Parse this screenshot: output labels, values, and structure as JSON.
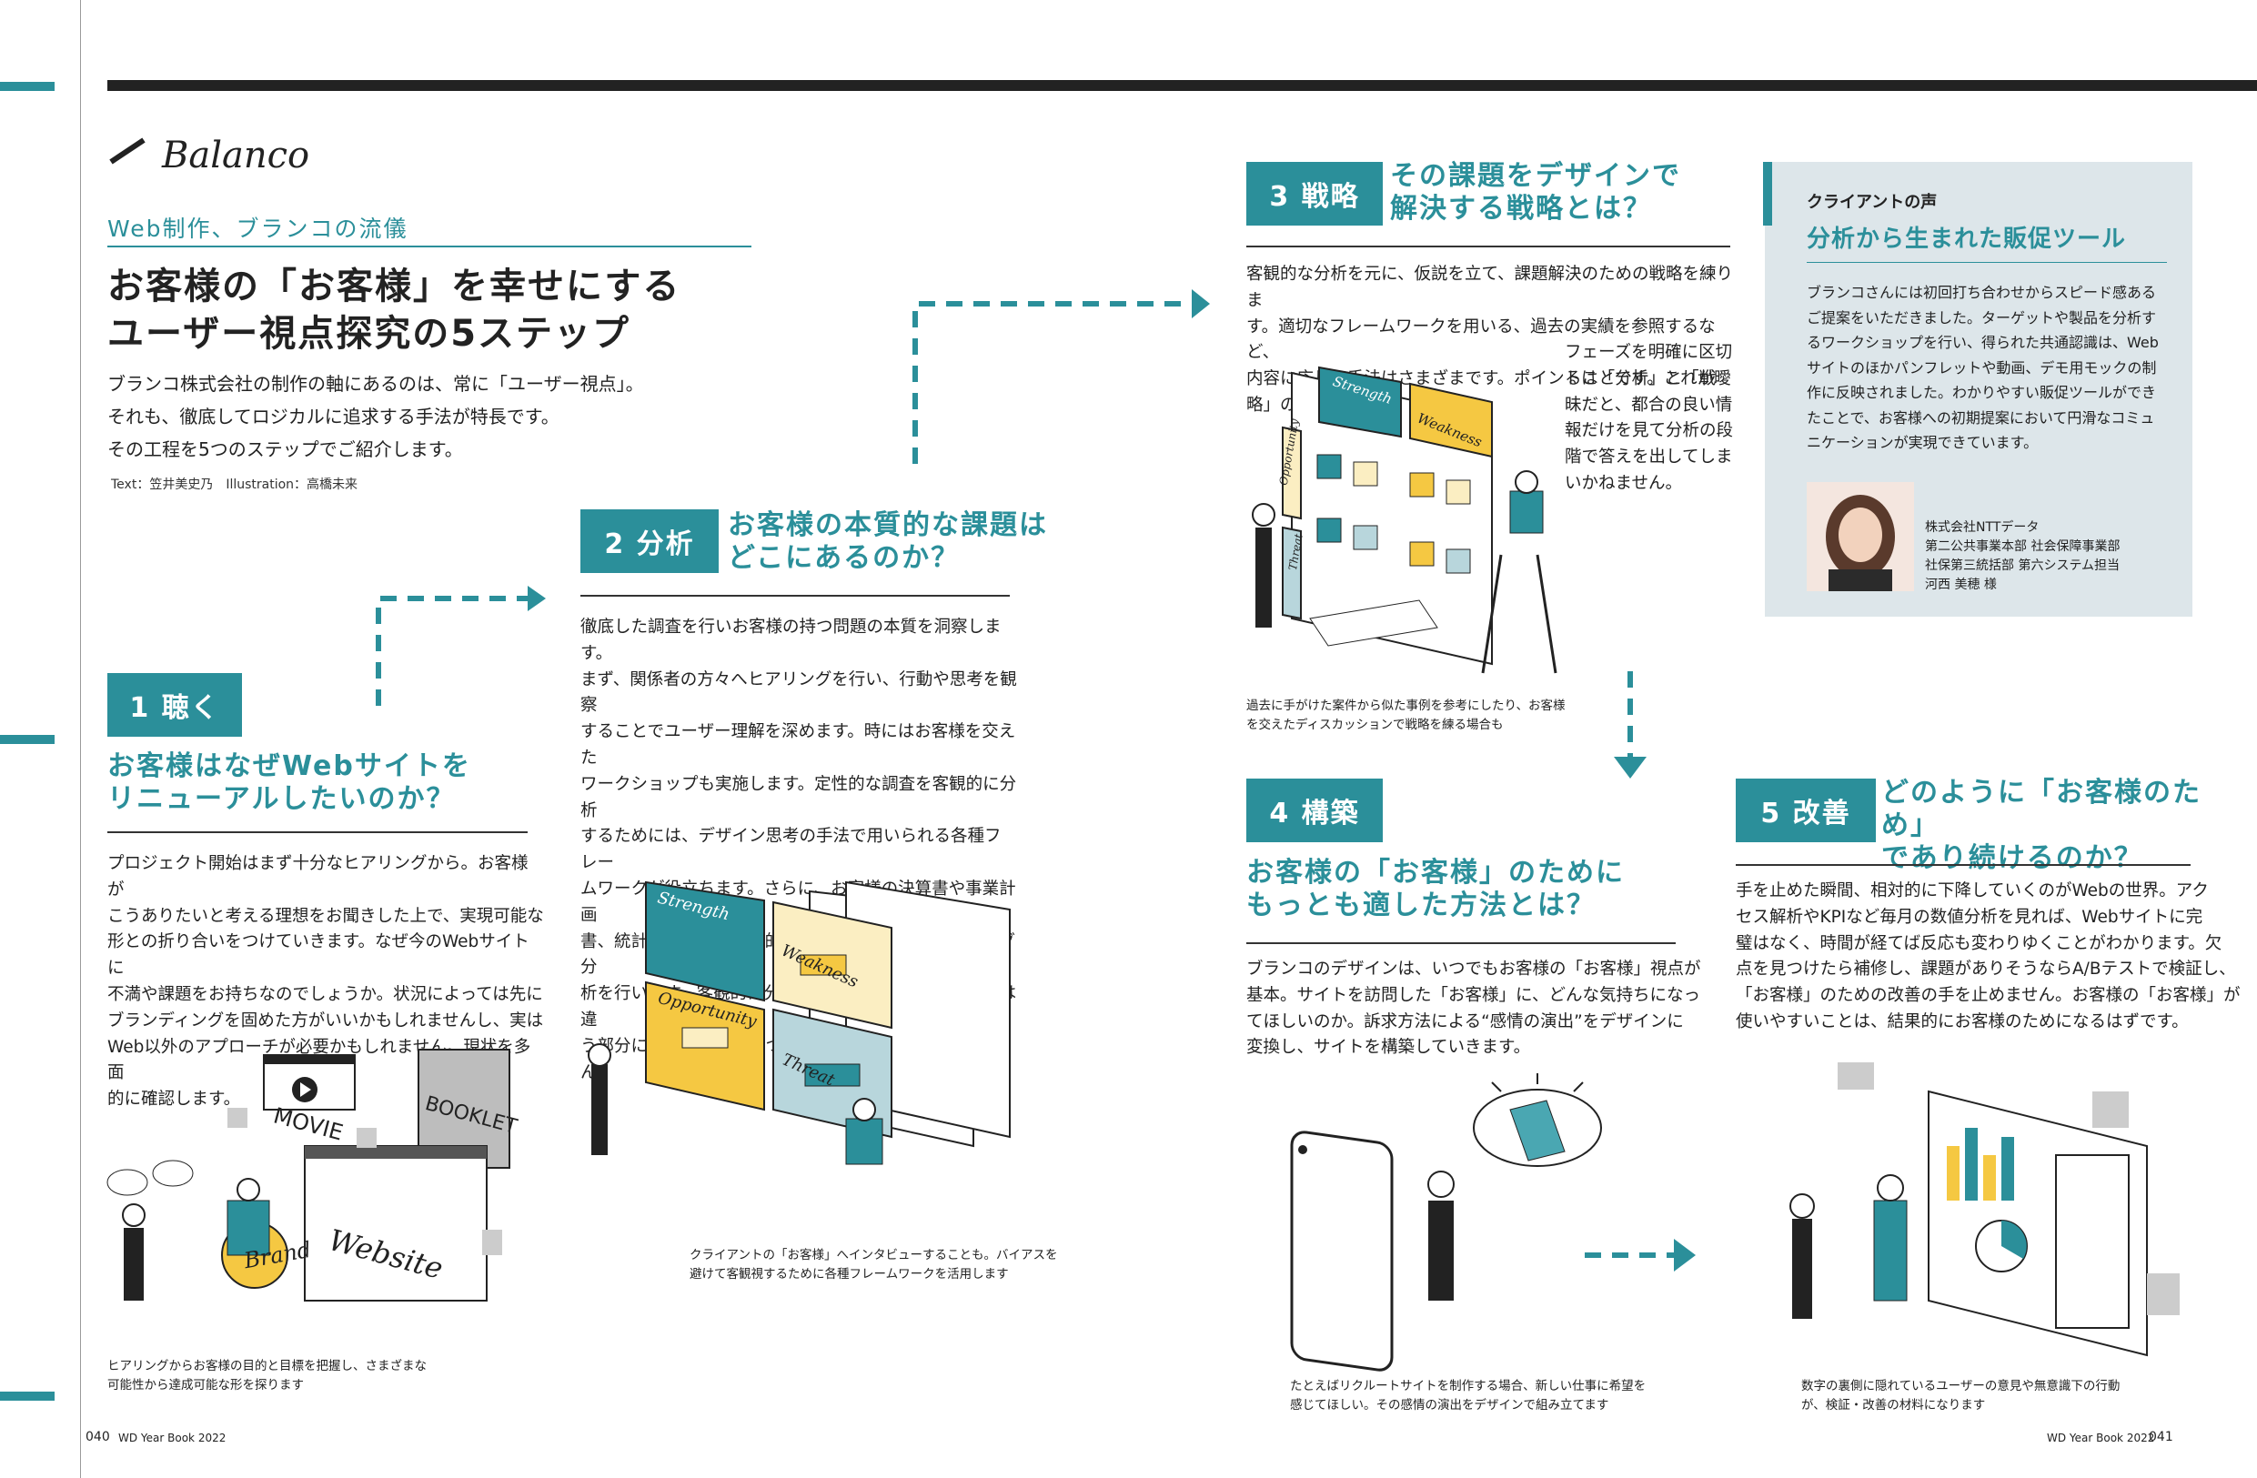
{
  "header": {
    "logo_text": "Balanco",
    "kicker": "Web制作、ブランコの流儀",
    "headline_line1": "お客様の「お客様」を幸せにする",
    "headline_line2": "ユーザー視点探究の5ステップ",
    "intro": "ブランコ株式会社の制作の軸にあるのは、常に「ユーザー視点」。\nそれも、徹底してロジカルに追求する手法が特長です。\nその工程を5つのステップでご紹介します。",
    "credit": "Text：笠井美史乃　Illustration：高橋未来"
  },
  "steps": [
    {
      "badge": "1 聴く",
      "title": "お客様はなぜWebサイトを\nリニューアルしたいのか？",
      "body": "プロジェクト開始はまず十分なヒアリングから。お客様が\nこうありたいと考える理想をお聞きした上で、実現可能な\n形との折り合いをつけていきます。なぜ今のWebサイトに\n不満や課題をお持ちなのでしょうか。状況によっては先に\nブランディングを固めた方がいいかもしれませんし、実は\nWeb以外のアプローチが必要かもしれません。現状を多面\n的に確認します。",
      "caption": "ヒアリングからお客様の目的と目標を把握し、さまざまな\n可能性から達成可能な形を探ります",
      "illustration_labels": [
        "MOVIE",
        "BOOKLET",
        "Website",
        "Brand"
      ]
    },
    {
      "badge": "2 分析",
      "title": "お客様の本質的な課題は\nどこにあるのか？",
      "body": "徹底した調査を行いお客様の持つ問題の本質を洞察します。\nまず、関係者の方々へヒアリングを行い、行動や思考を観察\nすることでユーザー理解を深めます。時にはお客様を交えた\nワークショップも実施します。定性的な調査を客観的に分析\nするためには、デザイン思考の手法で用いられる各種フレー\nムワークが役立ちます。さらに、お客様の決算書や事業計画\n書、統計情報など、定量的な情報を用いてマーケティング分\n析を行います。客観的に分析した結果、お客様の認識とは違\nう部分に課題の本質が見つかることは少なくありません。",
      "caption": "クライアントの「お客様」へインタビューすることも。バイアスを\n避けて客観視するために各種フレームワークを活用します",
      "illustration_labels": [
        "Strength",
        "Weakness",
        "Opportunity",
        "Threat"
      ]
    },
    {
      "badge": "3 戦略",
      "title": "その課題をデザインで\n解決する戦略とは？",
      "body_full": "客観的な分析を元に、仮説を立て、課題解決のための戦略を練りま\nす。適切なフレームワークを用いる、過去の実績を参照するなど、\n内容に応じて手法はさまざまです。ポイントは「分析」と「戦略」の",
      "body_narrow": "フェーズを明確に区切\nることです。これが曖\n昧だと、都合の良い情\n報だけを見て分析の段\n階で答えを出してしま\nいかねません。",
      "caption": "過去に手がけた案件から似た事例を参考にしたり、お客様\nを交えたディスカッションで戦略を練る場合も",
      "illustration_labels": [
        "Strength",
        "Weakness",
        "Opportunity",
        "Threat"
      ]
    },
    {
      "badge": "4 構築",
      "title": "お客様の「お客様」のために\nもっとも適した方法とは？",
      "body": "ブランコのデザインは、いつでもお客様の「お客様」視点が\n基本。サイトを訪問した「お客様」に、どんな気持ちになっ\nてほしいのか。訴求方法による“感情の演出”をデザインに\n変換し、サイトを構築していきます。",
      "caption": "たとえばリクルートサイトを制作する場合、新しい仕事に希望を\n感じてほしい。その感情の演出をデザインで組み立てます"
    },
    {
      "badge": "5 改善",
      "title": "どのように「お客様のため」\nであり続けるのか？",
      "body": "手を止めた瞬間、相対的に下降していくのがWebの世界。アク\nセス解析やKPIなど毎月の数値分析を見れば、Webサイトに完\n璧はなく、時間が経てば反応も変わりゆくことがわかります。欠\n点を見つけたら補修し、課題がありそうならA/Bテストで検証し、\n「お客様」のための改善の手を止めません。お客様の「お客様」が\n使いやすいことは、結果的にお客様のためになるはずです。",
      "caption": "数字の裏側に隠れているユーザーの意見や無意識下の行動\nが、検証・改善の材料になります"
    }
  ],
  "client_voice": {
    "label": "クライアントの声",
    "title": "分析から生まれた販促ツール",
    "body": "ブランコさんには初回打ち合わせからスピード感ある\nご提案をいただきました。ターゲットや製品を分析す\nるワークショップを行い、得られた共通認識は、Web\nサイトのほかパンフレットや動画、デモ用モックの制\n作に反映されました。わかりやすい販促ツールができ\nたことで、お客様への初期提案において円滑なコミュ\nニケーションが実現できています。",
    "company": "株式会社NTTデータ\n第二公共事業本部 社会保障事業部\n社保第三統括部 第六システム担当\n河西 美穂 様"
  },
  "footer": {
    "left_page": "040",
    "left_book": "WD Year Book 2022",
    "right_book": "WD Year Book 2022",
    "right_page": "041"
  },
  "colors": {
    "accent": "#2b8f9a",
    "yellow": "#f5c842",
    "panel": "#dde6ea"
  }
}
